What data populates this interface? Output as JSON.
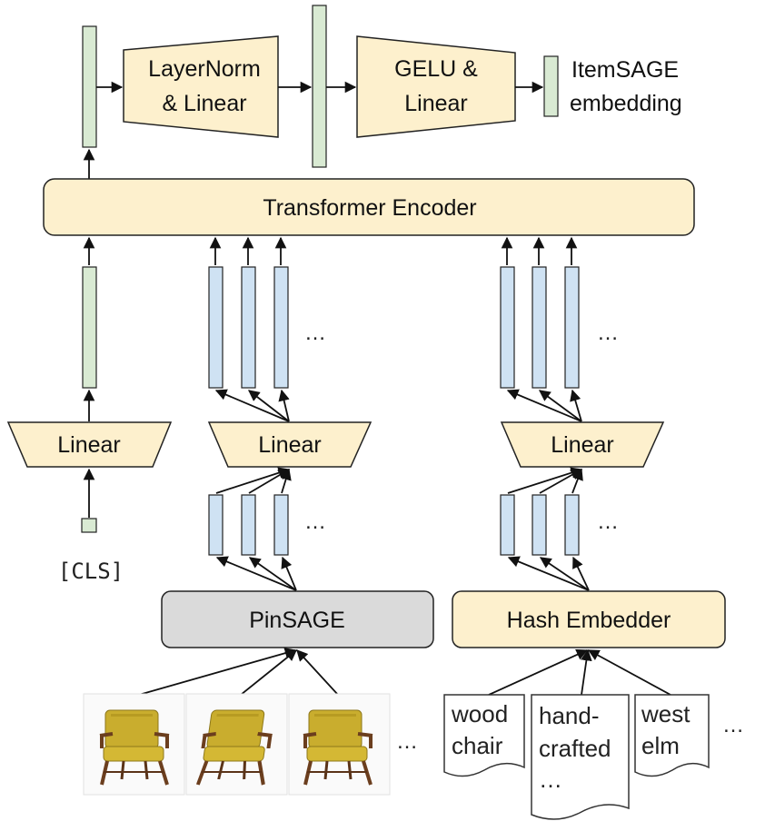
{
  "top": {
    "layernorm_line1": "LayerNorm",
    "layernorm_line2": "& Linear",
    "gelu_line1": "GELU &",
    "gelu_line2": "Linear",
    "output_line1": "ItemSAGE",
    "output_line2": "embedding"
  },
  "encoder": {
    "label": "Transformer Encoder"
  },
  "projections": {
    "cls_linear": "Linear",
    "image_linear": "Linear",
    "text_linear": "Linear"
  },
  "ellipsis": "…",
  "cls_token": "[CLS]",
  "encoders": {
    "pinsage": "PinSAGE",
    "hash": "Hash Embedder"
  },
  "documents": [
    {
      "lines": [
        "wood",
        "chair"
      ]
    },
    {
      "lines": [
        "hand-",
        "crafted",
        "…"
      ]
    },
    {
      "lines": [
        "west",
        "elm"
      ]
    }
  ],
  "icons": {
    "product_images": "armchair-photo-icon",
    "text_docs": "document-icon"
  },
  "colors": {
    "yellow_box": "#fdf0cd",
    "gray_box": "#dadada",
    "green_vector": "#d9ead3",
    "blue_vector": "#cfe2f3"
  }
}
